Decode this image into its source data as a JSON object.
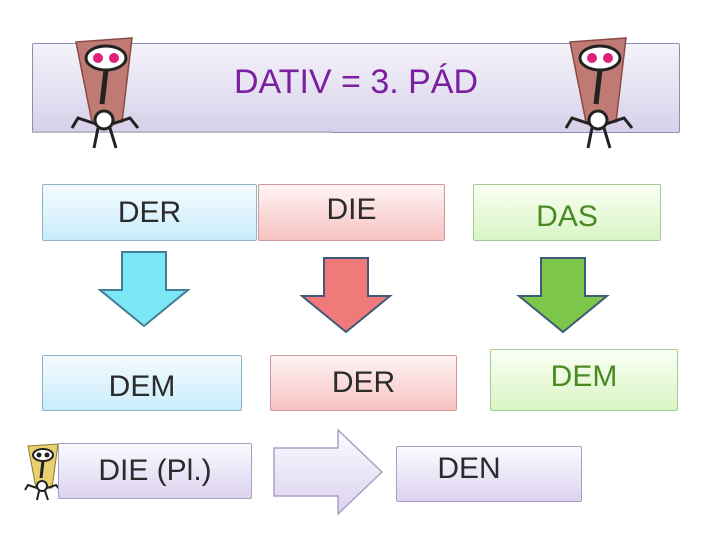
{
  "title": "DATIV = 3. PÁD",
  "columns": {
    "masculine": {
      "nominative": "DER",
      "dative": "DEM"
    },
    "feminine": {
      "nominative": "DIE",
      "dative": "DER"
    },
    "neuter": {
      "nominative": "DAS",
      "dative": "DEM"
    }
  },
  "plural": {
    "nominative": "DIE (Pl.)",
    "dative": "DEN"
  },
  "colors": {
    "title_text": "#7a1fa0",
    "arrow_blue": "#7de6f5",
    "arrow_red": "#f07a7a",
    "arrow_green": "#7cc64a",
    "arrow_lavender": "#e4e0f0"
  },
  "icons": [
    "exclamation-mascot-icon"
  ]
}
